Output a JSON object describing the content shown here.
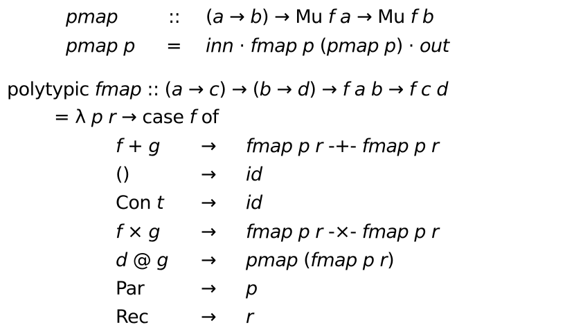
{
  "pmap_def": {
    "sig": {
      "lhs": [
        {
          "t": "pmap",
          "i": true
        }
      ],
      "op": "::",
      "rhs": [
        {
          "t": "(",
          "i": false
        },
        {
          "t": "a",
          "i": true
        },
        {
          "t": " → ",
          "i": false
        },
        {
          "t": "b",
          "i": true
        },
        {
          "t": ") → Mu ",
          "i": false
        },
        {
          "t": "f a",
          "i": true
        },
        {
          "t": " → Mu ",
          "i": false
        },
        {
          "t": "f b",
          "i": true
        }
      ]
    },
    "eq": {
      "lhs": [
        {
          "t": "pmap p",
          "i": true
        }
      ],
      "op": "=",
      "rhs": [
        {
          "t": "inn",
          "i": true
        },
        {
          "t": " · ",
          "i": false
        },
        {
          "t": "fmap p",
          "i": true
        },
        {
          "t": " (",
          "i": false
        },
        {
          "t": "pmap p",
          "i": true
        },
        {
          "t": ") · ",
          "i": false
        },
        {
          "t": "out",
          "i": true
        }
      ]
    }
  },
  "fmap_def": {
    "sig": [
      {
        "t": "polytypic ",
        "i": false
      },
      {
        "t": "fmap",
        "i": true
      },
      {
        "t": " :: (",
        "i": false
      },
      {
        "t": "a",
        "i": true
      },
      {
        "t": " → ",
        "i": false
      },
      {
        "t": "c",
        "i": true
      },
      {
        "t": ") → (",
        "i": false
      },
      {
        "t": "b",
        "i": true
      },
      {
        "t": " → ",
        "i": false
      },
      {
        "t": "d",
        "i": true
      },
      {
        "t": ") → ",
        "i": false
      },
      {
        "t": "f a b",
        "i": true
      },
      {
        "t": " → ",
        "i": false
      },
      {
        "t": "f c d",
        "i": true
      }
    ],
    "body": [
      {
        "t": "= λ ",
        "i": false
      },
      {
        "t": "p r",
        "i": true
      },
      {
        "t": " → case ",
        "i": false
      },
      {
        "t": "f",
        "i": true
      },
      {
        "t": " of",
        "i": false
      }
    ],
    "arrow": "→",
    "cases": [
      {
        "pat": [
          {
            "t": "f",
            "i": true
          },
          {
            "t": " + ",
            "i": false
          },
          {
            "t": "g",
            "i": true
          }
        ],
        "rhs": [
          {
            "t": "fmap p r",
            "i": true
          },
          {
            "t": " -+- ",
            "i": false
          },
          {
            "t": "fmap p r",
            "i": true
          }
        ]
      },
      {
        "pat": [
          {
            "t": "()",
            "i": false
          }
        ],
        "rhs": [
          {
            "t": "id",
            "i": true
          }
        ]
      },
      {
        "pat": [
          {
            "t": "Con ",
            "i": false
          },
          {
            "t": "t",
            "i": true
          }
        ],
        "rhs": [
          {
            "t": "id",
            "i": true
          }
        ]
      },
      {
        "pat": [
          {
            "t": "f",
            "i": true
          },
          {
            "t": " × ",
            "i": false
          },
          {
            "t": "g",
            "i": true
          }
        ],
        "rhs": [
          {
            "t": "fmap p r",
            "i": true
          },
          {
            "t": " -×- ",
            "i": false
          },
          {
            "t": "fmap p r",
            "i": true
          }
        ]
      },
      {
        "pat": [
          {
            "t": "d",
            "i": true
          },
          {
            "t": " @ ",
            "i": false
          },
          {
            "t": "g",
            "i": true
          }
        ],
        "rhs": [
          {
            "t": "pmap",
            "i": true
          },
          {
            "t": " (",
            "i": false
          },
          {
            "t": "fmap p r",
            "i": true
          },
          {
            "t": ")",
            "i": false
          }
        ]
      },
      {
        "pat": [
          {
            "t": "Par",
            "i": false
          }
        ],
        "rhs": [
          {
            "t": "p",
            "i": true
          }
        ]
      },
      {
        "pat": [
          {
            "t": "Rec",
            "i": false
          }
        ],
        "rhs": [
          {
            "t": "r",
            "i": true
          }
        ]
      }
    ]
  }
}
